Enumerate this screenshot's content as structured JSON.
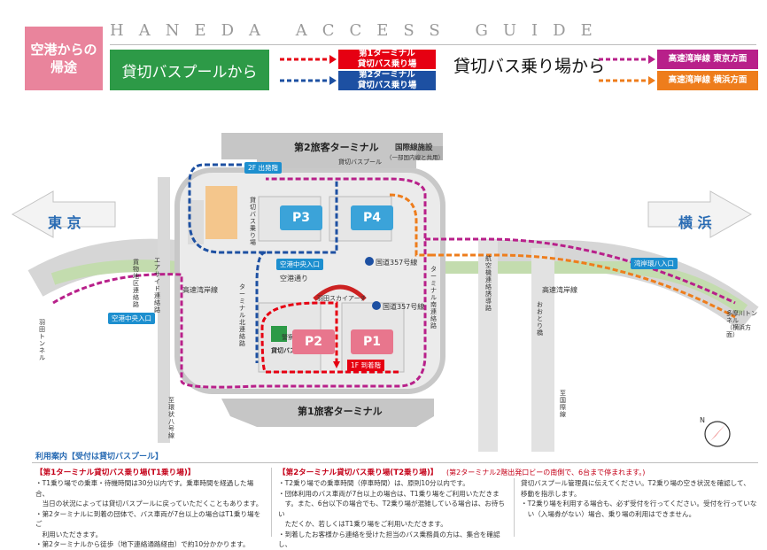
{
  "header": {
    "badge": "空港からの\n帰途",
    "title_en": "HANEDA ACCESS GUIDE",
    "pool_label": "貸切バスプールから",
    "t1_box": "第1ターミナル\n貸切バス乗り場",
    "t2_box": "第2ターミナル\n貸切バス乗り場",
    "stop_label": "貸切バス乗り場から",
    "tokyo_box": "高速湾岸線 東京方面",
    "yokohama_box": "高速湾岸線 横浜方面"
  },
  "map": {
    "t2_building": "第2旅客ターミナル",
    "intl": "国際線施設",
    "intl_sub": "（一部国内線と共用）",
    "t1_building": "第1旅客ターミナル",
    "departure_2f": "2F 出発階",
    "arrival_1f": "1F 到着階",
    "pool_upper": "貸切バスプール",
    "pool_t2": "貸切バス乗り場",
    "pool_lower": "貸切バスプール",
    "police": "警察棟",
    "p1": "P1",
    "p2": "P2",
    "p3": "P3",
    "p4": "P4",
    "tokyo": "東 京",
    "yokohama": "横 浜",
    "entry_central": "空港中央入口",
    "entry_central2": "空港中央入口",
    "entry_bay": "湾岸環八入口",
    "route357": "国道357号線",
    "route357b": "国道357号線",
    "airport_road": "空港通り",
    "expressway": "高速湾岸線",
    "expressway2": "高速湾岸線",
    "t_south": "ターミナル南連絡路",
    "t_north": "ターミナル北連絡路",
    "airside_road": "エアサイド連絡路",
    "cargo": "貨物地区連絡路",
    "air_cargo": "航空機連絡誘導路",
    "sky_arch": "羽田スカイアーチ",
    "odori": "おおとり橋",
    "haneda_tunnel": "羽田トンネル",
    "tama_tunnel": "多摩川トンネル\n（横浜方面）",
    "env8_left": "至環状八号線",
    "env8_right": "至国際線",
    "north": "N"
  },
  "footer": {
    "title": "利用案内【受付は貸切バスプール】",
    "t1_heading": "【第1ターミナル貸切バス乗り場(T1乗り場)】",
    "t1_text": "・T1乗り場での乗車・待機時間は30分以内です。乗車時間を経過した場合、\n　当日の状況によっては貸切バスプールに戻っていただくこともあります。\n・第2ターミナルに到着の団体で、バス車両が7台以上の場合はT1乗り場をご\n　利用いただきます。\n・第2ターミナルから徒歩（地下連絡通路経由）で約10分かかります。",
    "t2_heading": "【第2ターミナル貸切バス乗り場(T2乗り場)】",
    "t2_note": "(第2ターミナル2階出発口ビーの南側で、6台まで停まれます。)",
    "t2_text": "・T2乗り場での乗車時間（停車時間）は、原則10分以内です。\n・団体利用のバス車両が7台以上の場合は、T1乗り場をご利用いただきま\n　す。また、6台以下の場合でも、T2乗り場が混雑している場合は、お待ちい\n　ただくか、若しくはT1乗り場をご利用いただきます。\n・到着したお客様から連絡を受けた担当のバス乗務員の方は、集合を確認し、",
    "t3_text": "貸切バスプール管理員に伝えてください。T2乗り場の空き状況を確認して、\n移動を指示します。\n・T2乗り場を利用する場合も、必ず受付を行ってください。受付を行っていな\n　い（入場券がない）場合、乗り場の利用はできません。"
  },
  "colors": {
    "t1_red": "#e60012",
    "t2_blue": "#1d50a2",
    "tokyo_purple": "#b8208a",
    "yokohama_orange": "#ee7d1c",
    "pool_green": "#2d9a47",
    "badge_pink": "#e9849c"
  }
}
